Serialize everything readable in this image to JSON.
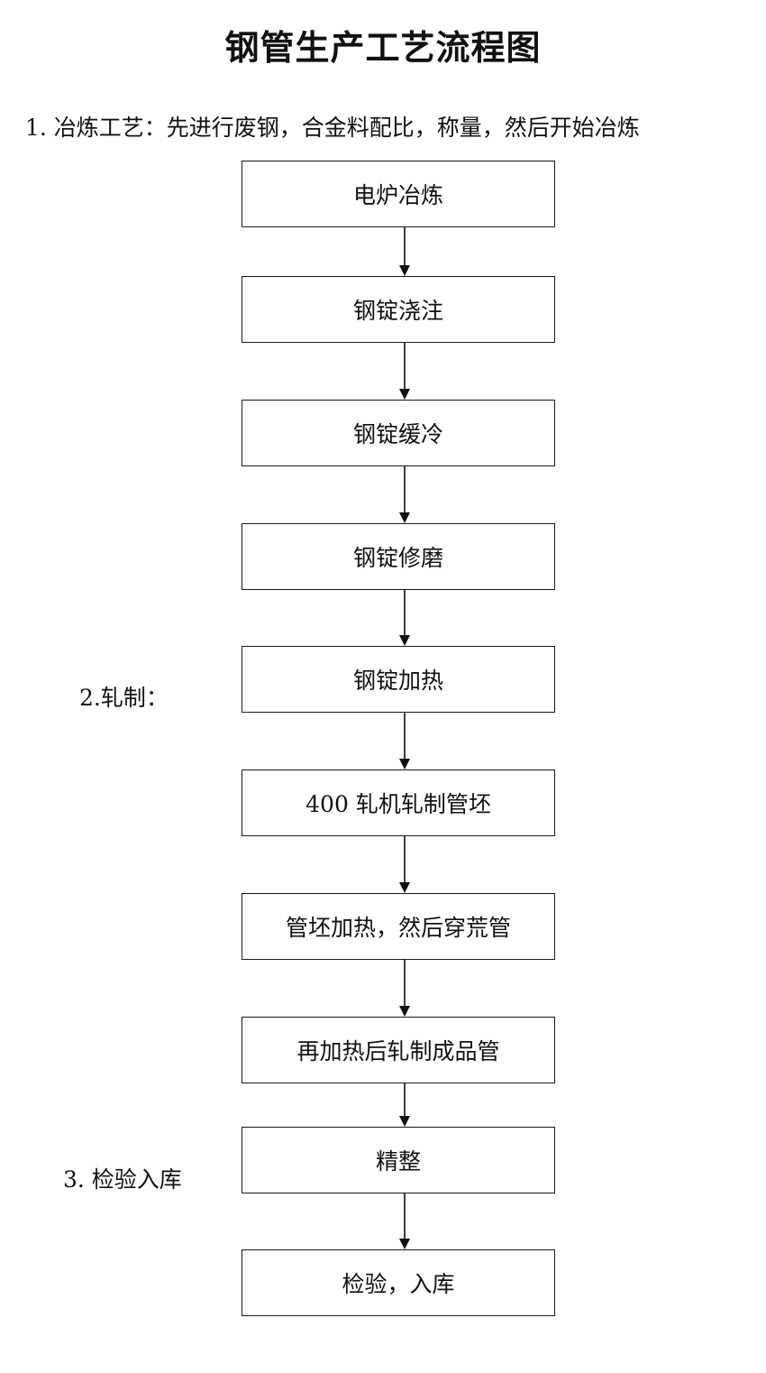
{
  "title": "钢管生产工艺流程图",
  "sections": {
    "smelting": "1. 冶炼工艺：先进行废钢，合金料配比，称量，然后开始冶炼",
    "rolling": "2.轧制：",
    "inspection": "3. 检验入库"
  },
  "steps": [
    "电炉冶炼",
    "钢锭浇注",
    "钢锭缓冷",
    "钢锭修磨",
    "钢锭加热",
    "400 轧机轧制管坯",
    "管坯加热，然后穿荒管",
    "再加热后轧制成品管",
    "精整",
    "检验，入库"
  ]
}
